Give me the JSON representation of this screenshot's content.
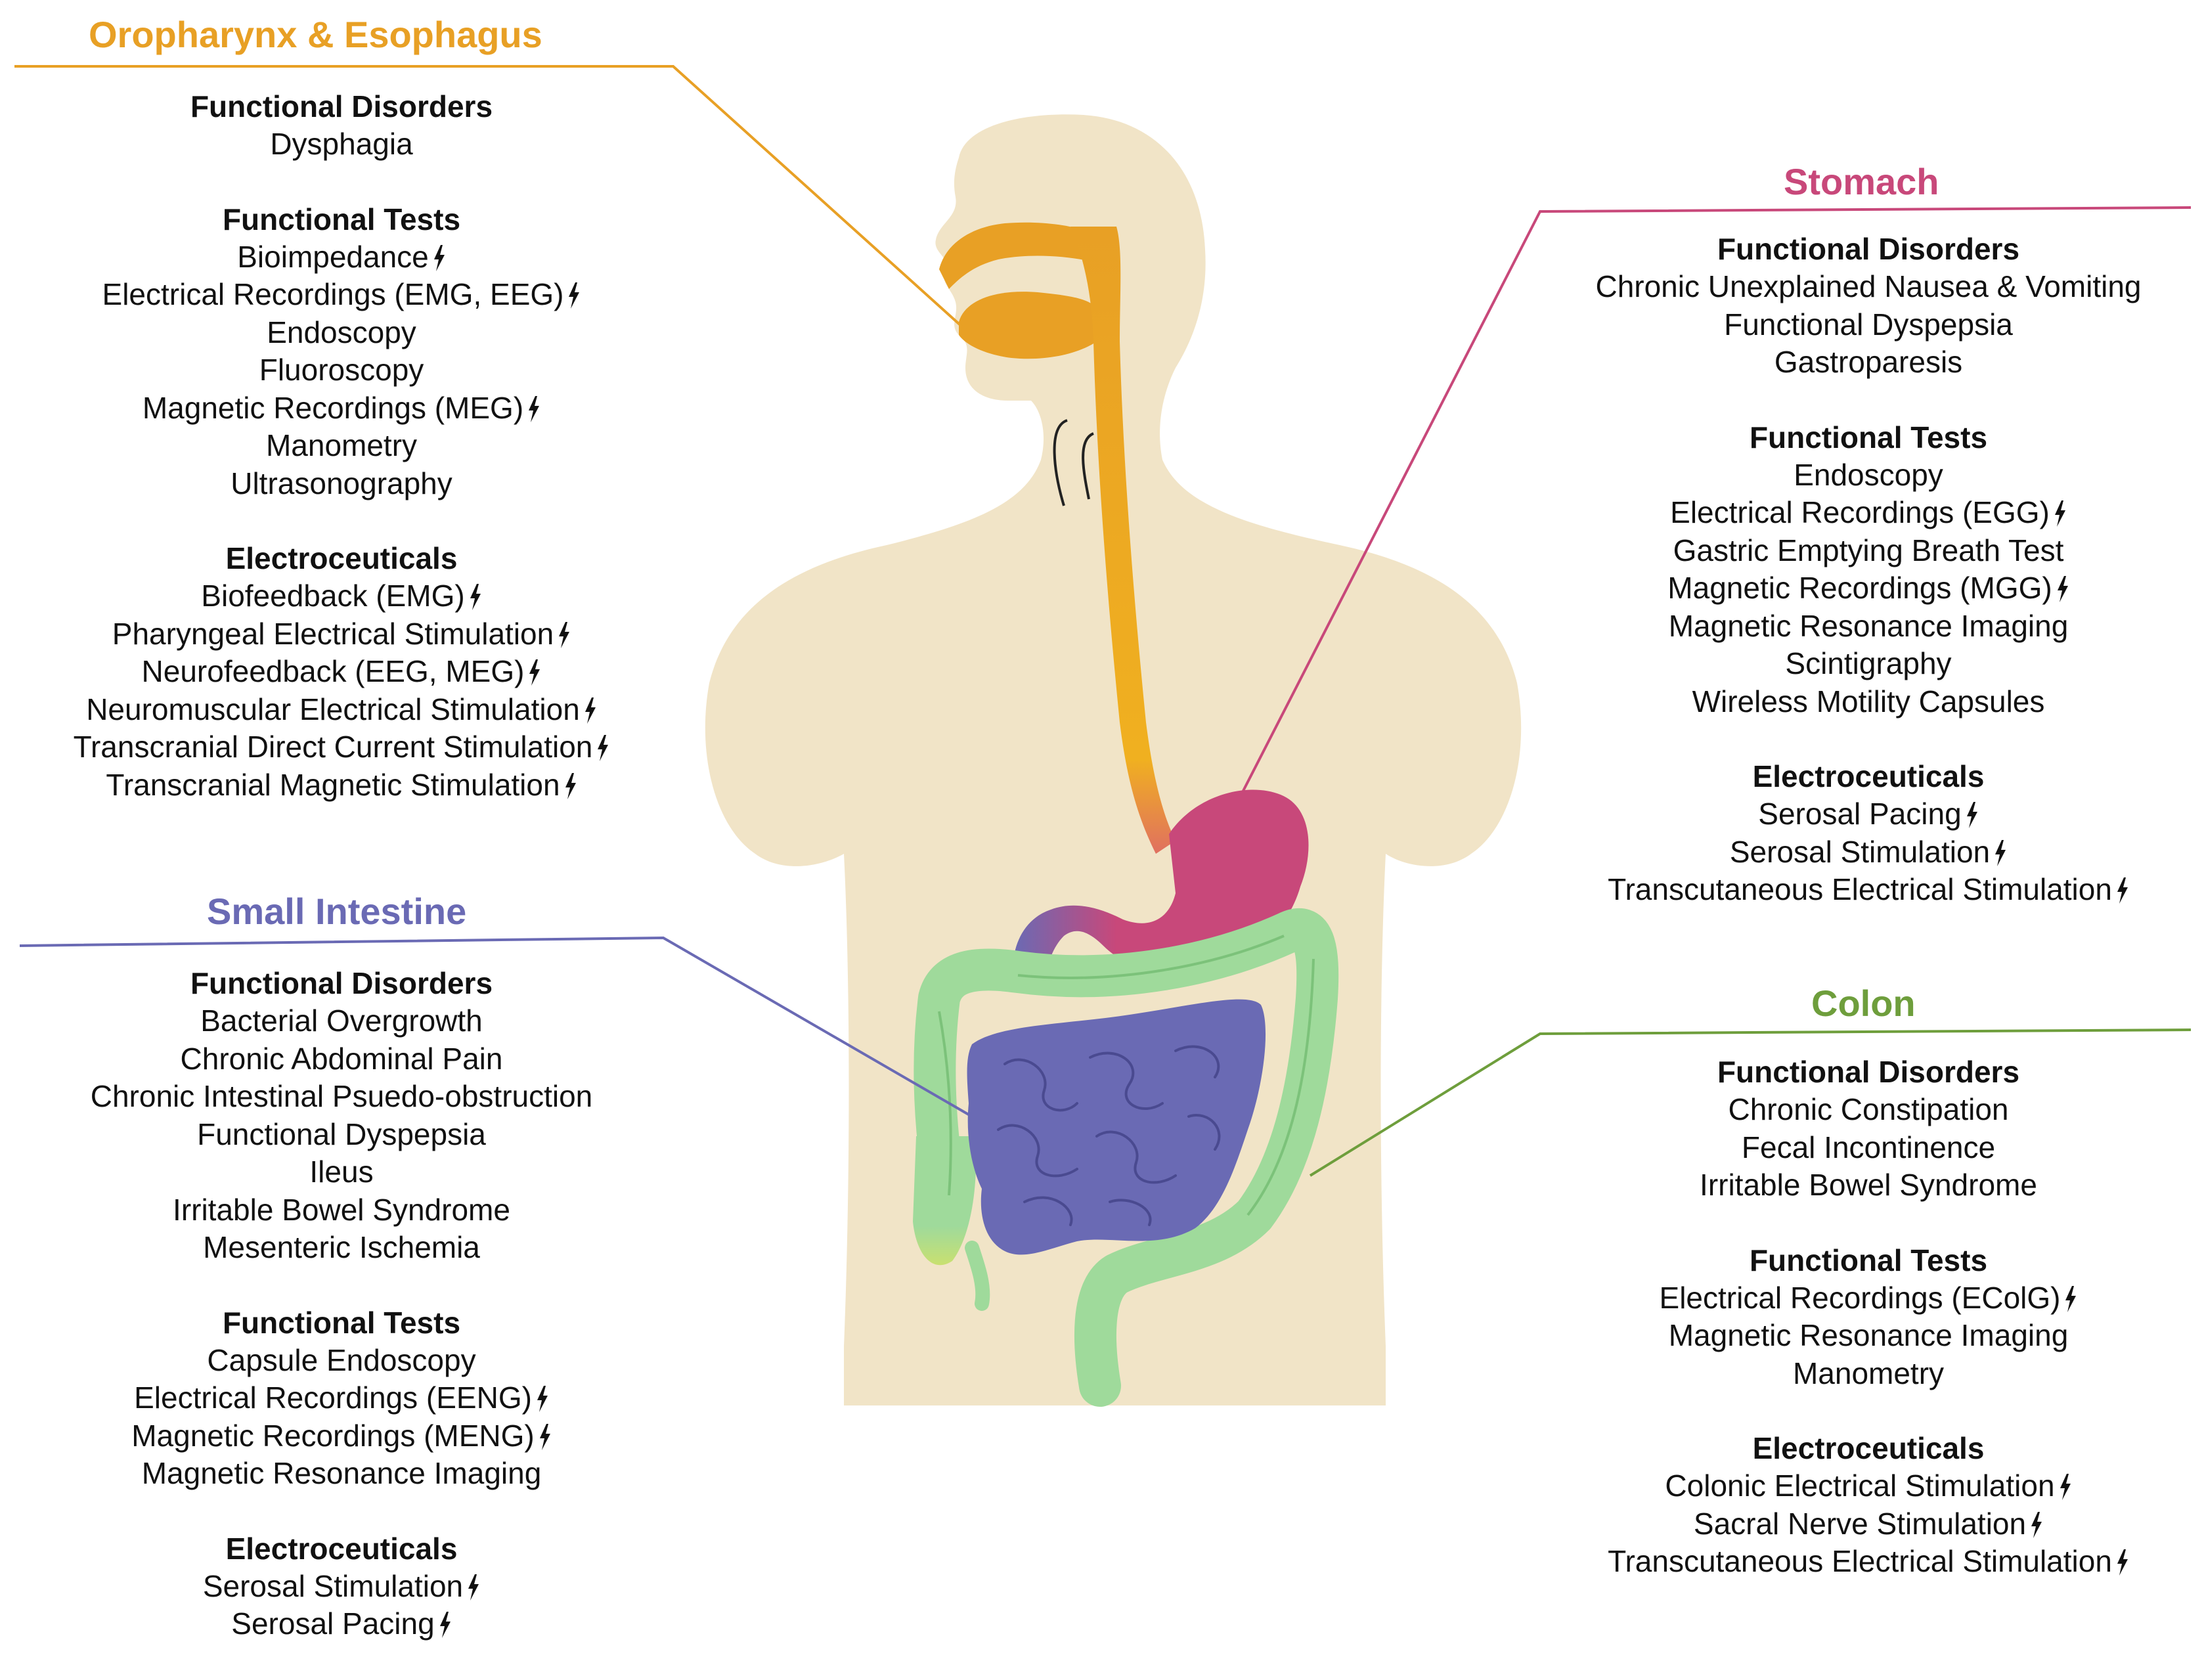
{
  "colors": {
    "oropharynx": "#E8A025",
    "stomach": "#C8487A",
    "small_intestine": "#6A6AB4",
    "colon": "#6E9E3C",
    "body": "#F1E4C7",
    "colon_organ": "#9FDA9B"
  },
  "icons": {
    "electrical": "lightning-bolt-icon"
  },
  "regions": {
    "oropharynx": {
      "title": "Oropharynx & Esophagus",
      "sections": [
        {
          "heading": "Functional Disorders",
          "items": [
            {
              "label": "Dysphagia",
              "bolt": false
            }
          ]
        },
        {
          "heading": "Functional Tests",
          "items": [
            {
              "label": "Bioimpedance",
              "bolt": true
            },
            {
              "label": "Electrical Recordings (EMG, EEG)",
              "bolt": true
            },
            {
              "label": "Endoscopy",
              "bolt": false
            },
            {
              "label": "Fluoroscopy",
              "bolt": false
            },
            {
              "label": "Magnetic Recordings (MEG)",
              "bolt": true
            },
            {
              "label": "Manometry",
              "bolt": false
            },
            {
              "label": "Ultrasonography",
              "bolt": false
            }
          ]
        },
        {
          "heading": "Electroceuticals",
          "items": [
            {
              "label": "Biofeedback (EMG)",
              "bolt": true
            },
            {
              "label": "Pharyngeal Electrical Stimulation",
              "bolt": true
            },
            {
              "label": "Neurofeedback (EEG, MEG)",
              "bolt": true
            },
            {
              "label": "Neuromuscular Electrical Stimulation",
              "bolt": true
            },
            {
              "label": "Transcranial Direct Current Stimulation",
              "bolt": true
            },
            {
              "label": "Transcranial Magnetic Stimulation",
              "bolt": true
            }
          ]
        }
      ]
    },
    "stomach": {
      "title": "Stomach",
      "sections": [
        {
          "heading": "Functional Disorders",
          "items": [
            {
              "label": "Chronic Unexplained Nausea & Vomiting",
              "bolt": false
            },
            {
              "label": "Functional Dyspepsia",
              "bolt": false
            },
            {
              "label": "Gastroparesis",
              "bolt": false
            }
          ]
        },
        {
          "heading": "Functional Tests",
          "items": [
            {
              "label": "Endoscopy",
              "bolt": false
            },
            {
              "label": "Electrical Recordings (EGG)",
              "bolt": true
            },
            {
              "label": "Gastric Emptying Breath Test",
              "bolt": false
            },
            {
              "label": "Magnetic Recordings (MGG)",
              "bolt": true
            },
            {
              "label": "Magnetic Resonance Imaging",
              "bolt": false
            },
            {
              "label": "Scintigraphy",
              "bolt": false
            },
            {
              "label": "Wireless Motility Capsules",
              "bolt": false
            }
          ]
        },
        {
          "heading": "Electroceuticals",
          "items": [
            {
              "label": "Serosal Pacing",
              "bolt": true
            },
            {
              "label": "Serosal Stimulation",
              "bolt": true
            },
            {
              "label": "Transcutaneous Electrical Stimulation",
              "bolt": true
            }
          ]
        }
      ]
    },
    "small_intestine": {
      "title": "Small Intestine",
      "sections": [
        {
          "heading": "Functional Disorders",
          "items": [
            {
              "label": "Bacterial Overgrowth",
              "bolt": false
            },
            {
              "label": "Chronic Abdominal Pain",
              "bolt": false
            },
            {
              "label": "Chronic Intestinal Psuedo-obstruction",
              "bolt": false
            },
            {
              "label": "Functional Dyspepsia",
              "bolt": false
            },
            {
              "label": "Ileus",
              "bolt": false
            },
            {
              "label": "Irritable Bowel Syndrome",
              "bolt": false
            },
            {
              "label": "Mesenteric Ischemia",
              "bolt": false
            }
          ]
        },
        {
          "heading": "Functional Tests",
          "items": [
            {
              "label": "Capsule Endoscopy",
              "bolt": false
            },
            {
              "label": "Electrical Recordings (EENG)",
              "bolt": true
            },
            {
              "label": "Magnetic Recordings (MENG)",
              "bolt": true
            },
            {
              "label": "Magnetic Resonance Imaging",
              "bolt": false
            }
          ]
        },
        {
          "heading": "Electroceuticals",
          "items": [
            {
              "label": "Serosal Stimulation",
              "bolt": true
            },
            {
              "label": "Serosal Pacing",
              "bolt": true
            }
          ]
        }
      ]
    },
    "colon": {
      "title": "Colon",
      "sections": [
        {
          "heading": "Functional Disorders",
          "items": [
            {
              "label": "Chronic Constipation",
              "bolt": false
            },
            {
              "label": "Fecal Incontinence",
              "bolt": false
            },
            {
              "label": "Irritable Bowel Syndrome",
              "bolt": false
            }
          ]
        },
        {
          "heading": "Functional Tests",
          "items": [
            {
              "label": "Electrical Recordings (EColG)",
              "bolt": true
            },
            {
              "label": "Magnetic Resonance Imaging",
              "bolt": false
            },
            {
              "label": "Manometry",
              "bolt": false
            }
          ]
        },
        {
          "heading": "Electroceuticals",
          "items": [
            {
              "label": "Colonic Electrical Stimulation",
              "bolt": true
            },
            {
              "label": "Sacral Nerve Stimulation",
              "bolt": true
            },
            {
              "label": "Transcutaneous Electrical Stimulation",
              "bolt": true
            }
          ]
        }
      ]
    }
  }
}
